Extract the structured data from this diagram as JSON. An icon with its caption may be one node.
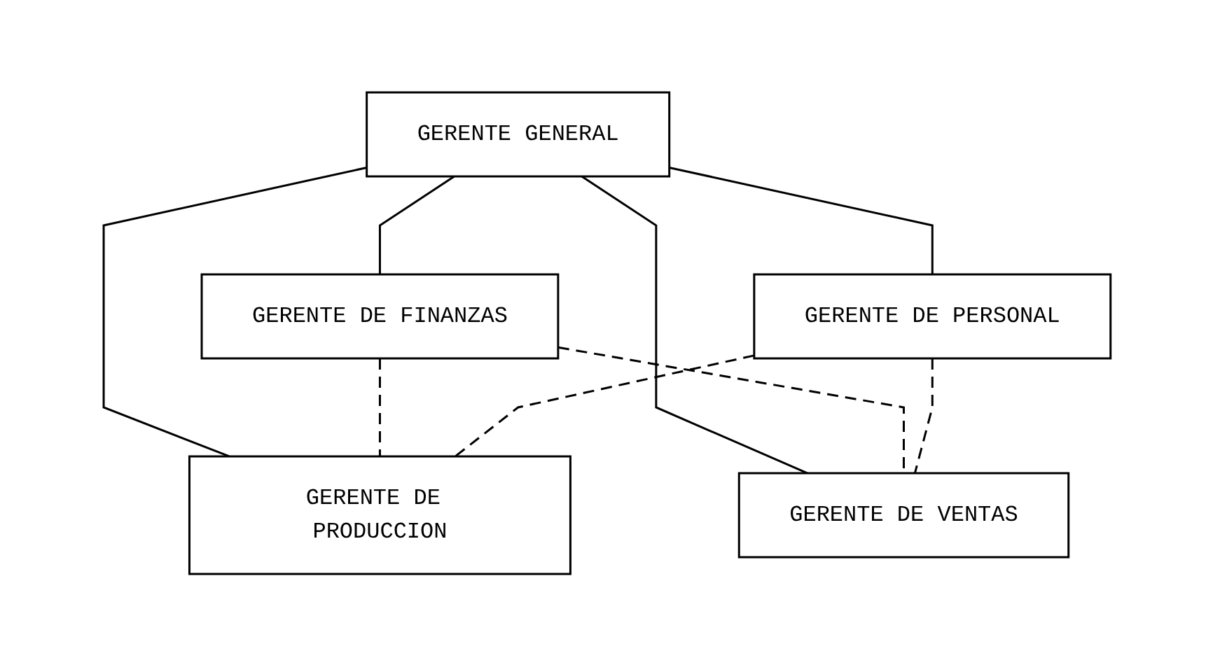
{
  "diagram": {
    "nodes": [
      {
        "text": [
          "GERENTE GENERAL"
        ]
      },
      {
        "text": [
          "GERENTE DE FINANZAS"
        ]
      },
      {
        "text": [
          "GERENTE DE PERSONAL"
        ]
      },
      {
        "text": [
          "GERENTE DE PRODUCCION"
        ]
      },
      {
        "text": [
          "GERENTE DE VENTAS"
        ]
      }
    ],
    "edges": [
      {
        "from": 0,
        "to": 1,
        "arrow": "none"
      },
      {
        "from": 0,
        "to": 2,
        "arrow": "none"
      },
      {
        "from": 0,
        "to": 3,
        "arrow": "none"
      },
      {
        "from": 0,
        "to": 4,
        "arrow": "none"
      },
      {
        "from": 1,
        "to": 3,
        "arrow": "none",
        "style": "dashed"
      },
      {
        "from": 1,
        "to": 4,
        "arrow": "none",
        "style": "dashed"
      },
      {
        "from": 2,
        "to": 3,
        "arrow": "none",
        "style": "dashed"
      },
      {
        "from": 2,
        "to": 4,
        "arrow": "none",
        "style": "dashed"
      }
    ]
  }
}
